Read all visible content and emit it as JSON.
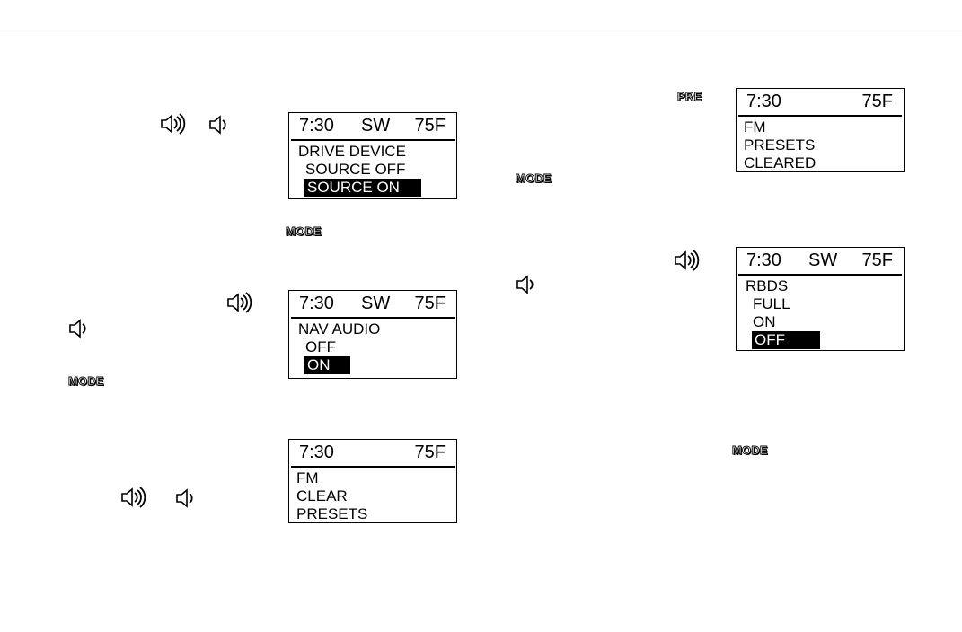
{
  "displays": {
    "drive_device": {
      "time": "7:30",
      "dir": "SW",
      "temp": "75F",
      "lines": [
        "DRIVE DEVICE",
        "SOURCE OFF",
        "SOURCE ON"
      ]
    },
    "nav_audio": {
      "time": "7:30",
      "dir": "SW",
      "temp": "75F",
      "lines": [
        "NAV AUDIO",
        "OFF",
        "ON"
      ]
    },
    "fm_clear": {
      "time": "7:30",
      "temp": "75F",
      "lines": [
        "FM",
        "CLEAR",
        "PRESETS"
      ]
    },
    "fm_cleared": {
      "time": "7:30",
      "temp": "75F",
      "lines": [
        "FM",
        "PRESETS",
        "CLEARED"
      ]
    },
    "rbds": {
      "time": "7:30",
      "dir": "SW",
      "temp": "75F",
      "lines": [
        "RBDS",
        "FULL",
        "ON",
        "OFF"
      ]
    }
  },
  "labels": {
    "mode": "MODE",
    "pre": "PRE"
  },
  "icons": {
    "volume_up": "speaker-loud-icon",
    "volume_down": "speaker-quiet-icon"
  }
}
